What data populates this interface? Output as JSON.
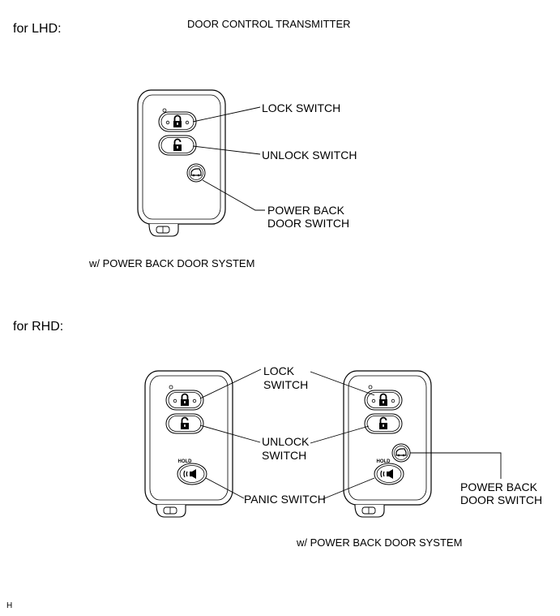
{
  "title": "DOOR CONTROL TRANSMITTER",
  "sections": {
    "lhd": {
      "heading": "for LHD:",
      "caption": "w/ POWER BACK DOOR SYSTEM",
      "labels": {
        "lock": "LOCK SWITCH",
        "unlock": "UNLOCK SWITCH",
        "power_back_line1": "POWER BACK",
        "power_back_line2": "DOOR SWITCH"
      }
    },
    "rhd": {
      "heading": "for RHD:",
      "caption": "w/ POWER BACK DOOR SYSTEM",
      "labels": {
        "lock_line1": "LOCK",
        "lock_line2": "SWITCH",
        "unlock_line1": "UNLOCK",
        "unlock_line2": "SWITCH",
        "panic": "PANIC SWITCH",
        "power_back_line1": "POWER BACK",
        "power_back_line2": "DOOR SWITCH"
      },
      "hold_text": "HOLD"
    }
  },
  "footer_code": "H",
  "icons": [
    "lock-icon",
    "unlock-icon",
    "power-back-door-icon",
    "panic-icon"
  ]
}
